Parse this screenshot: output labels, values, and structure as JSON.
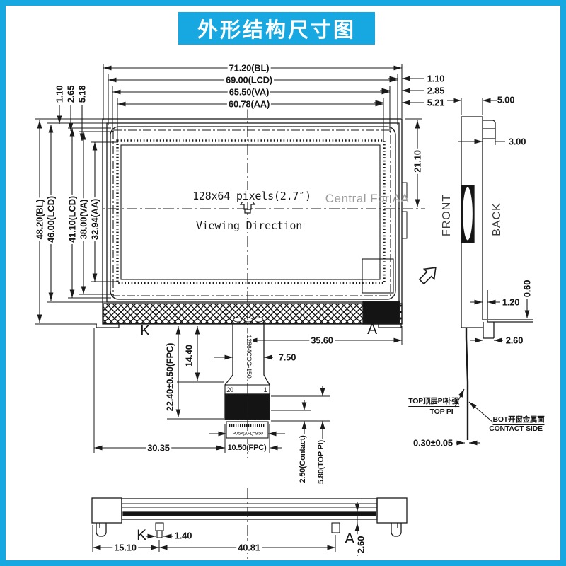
{
  "title": "外形结构尺寸图",
  "colors": {
    "accent": "#18a8e1",
    "line": "#1a1a1a",
    "watermark_gray": "#9b9b9b"
  },
  "front_view": {
    "dims_top": [
      "71.20(BL)",
      "69.00(LCD)",
      "65.50(VA)",
      "60.78(AA)"
    ],
    "dims_top_right": [
      "1.10",
      "2.85",
      "5.21"
    ],
    "dims_left_small": [
      "1.10",
      "2.65",
      "5.18"
    ],
    "dims_left": [
      "48.20(BL)",
      "46.00(LCD)",
      "41.10(LCD)",
      "38.00(VA)",
      "32.94(AA)"
    ],
    "dim_right_vertical": "21.10",
    "center_label": "128x64 pixels(2.7″)",
    "viewing_label": "Viewing Direction",
    "watermark": "Central For AA",
    "cathode": "K",
    "anode": "A"
  },
  "fpc": {
    "dim_to_edge": "35.60",
    "dim_neck": "7.50",
    "dim_tail": "14.40",
    "dim_length": "22.40±0.50(FPC)",
    "pin_last": "20",
    "pin_first": "1",
    "part_number": "12864COG-150",
    "pitch_note": "P0.5×(20-1)=9.50",
    "dim_offset": "30.35",
    "dim_width": "10.50(FPC)",
    "dim_contact": "2.50(Contact)",
    "dim_top_pi": "5.80(TOP PI)"
  },
  "side_view": {
    "dim_thickness": "5.00",
    "dim_tab": "3.00",
    "front_label": "FRONT",
    "back_label": "BACK",
    "dim_slot": "1.20",
    "dim_step": "0.60",
    "dim_foot": "2.60",
    "top_pi_cn": "TOP顶层PI补强",
    "top_pi_en": "TOP PI",
    "bot_cn": "BOT开窗金属面",
    "bot_en": "CONTACT SIDE",
    "dim_fpc_thickness": "0.30±0.05"
  },
  "bottom_view": {
    "cathode": "K",
    "anode": "A",
    "dim_pin": "1.40",
    "dim_k_offset": "15.10",
    "dim_span": "40.81",
    "dim_pin_len": "2.60"
  }
}
